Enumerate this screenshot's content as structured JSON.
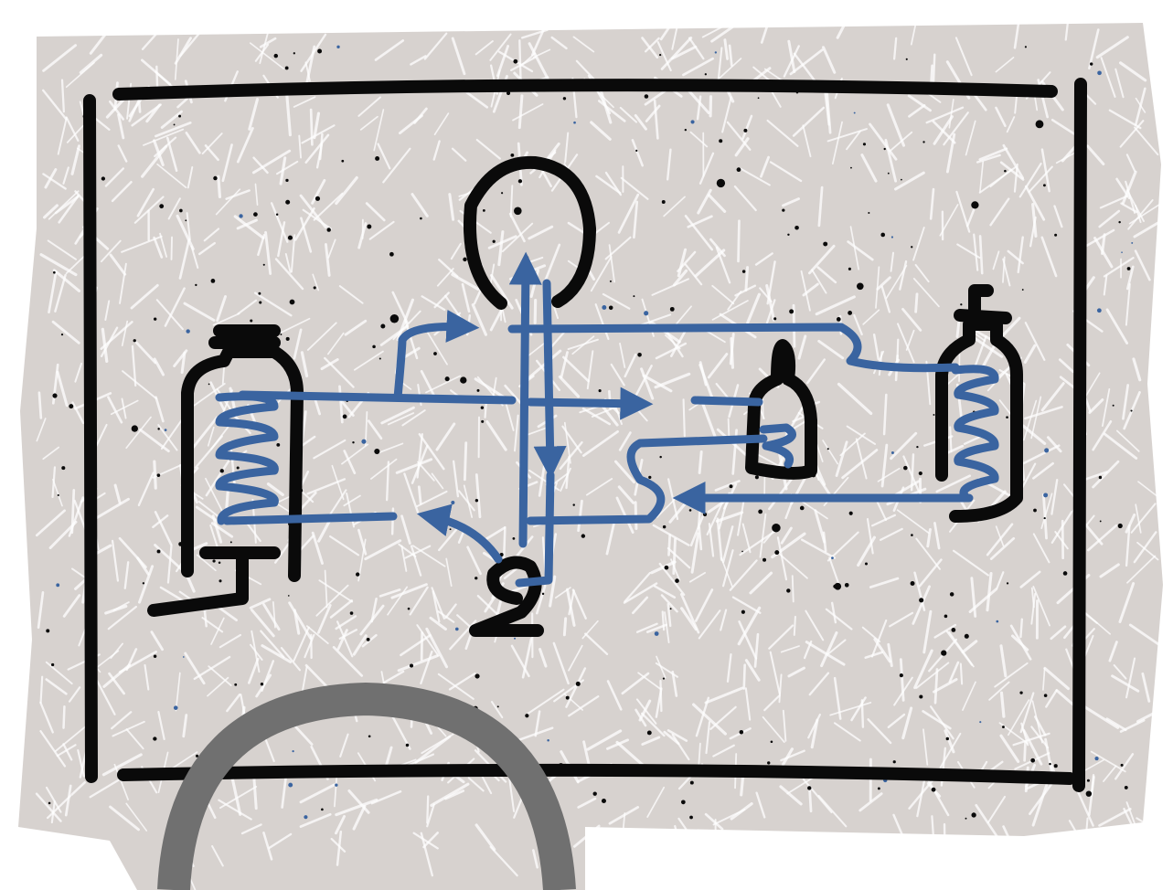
{
  "diagram": {
    "texture_color": "#d7d2cf",
    "stroke_color": "#0a0a0a",
    "flow_color": "#3a64a0",
    "overlay_ring_color": "#707070",
    "nodes": [
      {
        "id": "left-coil-unit",
        "icon": "coil-canister-icon"
      },
      {
        "id": "top-loop",
        "icon": "loop-icon"
      },
      {
        "id": "middle-bulb",
        "icon": "small-bulb-icon"
      },
      {
        "id": "right-coil-unit",
        "icon": "coil-canister-icon"
      },
      {
        "id": "bottom-knot",
        "icon": "knot-icon"
      }
    ],
    "connections": [
      {
        "from": "left-coil-unit",
        "to": "top-loop"
      },
      {
        "from": "top-loop",
        "to": "right-coil-unit"
      },
      {
        "from": "left-coil-unit",
        "to": "middle-bulb"
      },
      {
        "from": "right-coil-unit",
        "to": "middle-bulb"
      },
      {
        "from": "bottom-knot",
        "to": "left-coil-unit"
      },
      {
        "from": "top-loop",
        "to": "bottom-knot"
      }
    ]
  }
}
